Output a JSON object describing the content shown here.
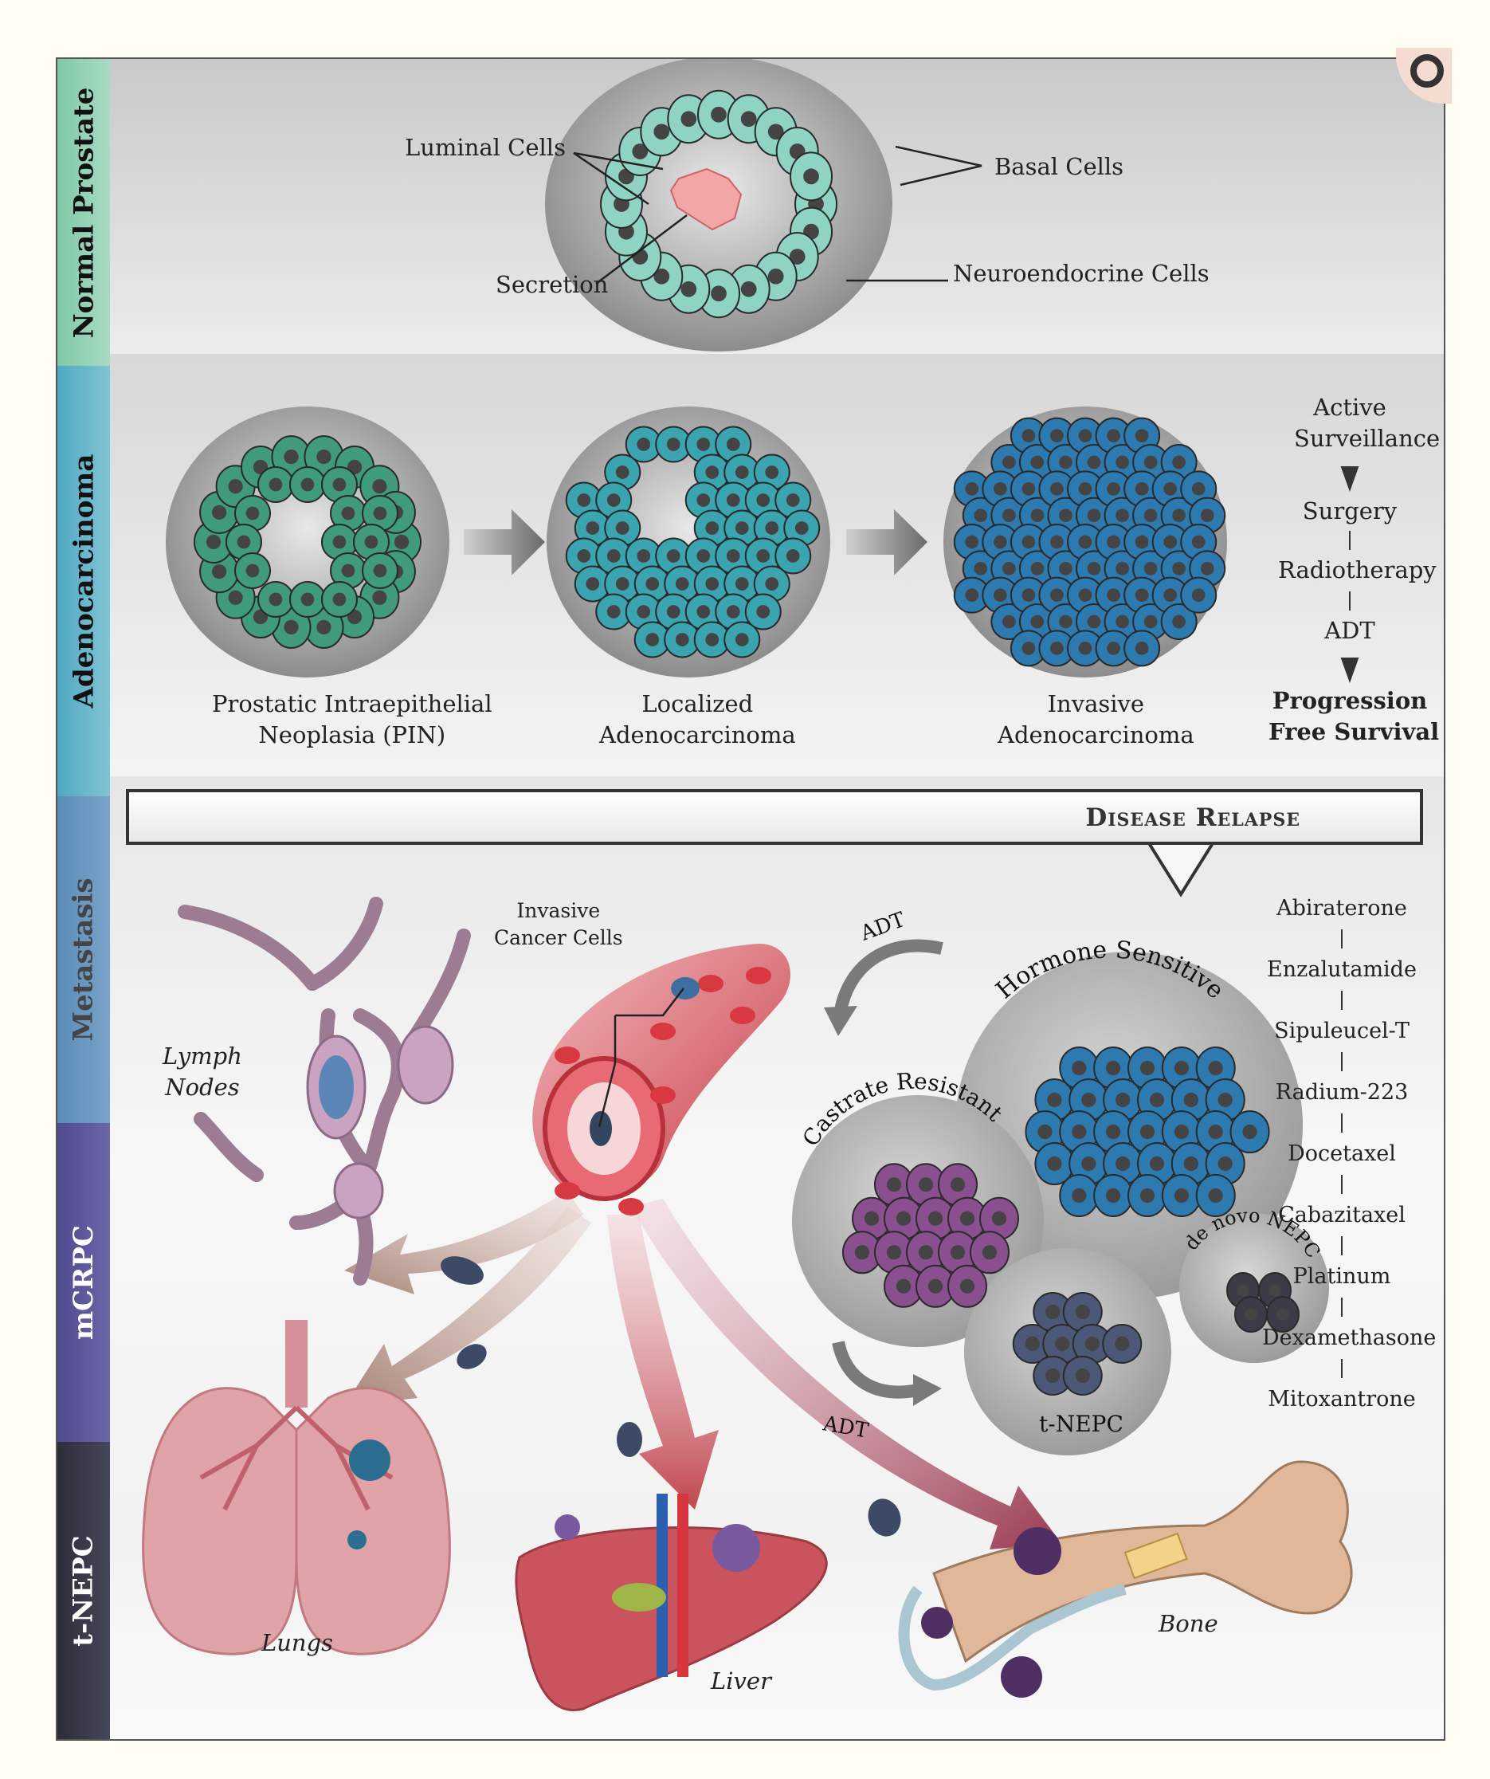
{
  "sidebar": {
    "normal": "Normal Prostate",
    "adeno": "Adenocarcinoma",
    "metastasis": "Metastasis",
    "mcrpc": "mCRPC",
    "tnepc": "t-NEPC"
  },
  "normal": {
    "luminal": "Luminal Cells",
    "basal": "Basal Cells",
    "secretion": "Secretion",
    "neuro": "Neuroendocrine Cells"
  },
  "adeno": {
    "pin_line1": "Prostatic Intraepithelial",
    "pin_line2": "Neoplasia  (PIN)",
    "local_line1": "Localized",
    "local_line2": "Adenocarcinoma",
    "invasive_line1": "Invasive",
    "invasive_line2": "Adenocarcinoma"
  },
  "treatment": {
    "active1": "Active",
    "active2": "Surveillance",
    "surgery": "Surgery",
    "radio": "Radiotherapy",
    "adt": "ADT",
    "pfs1": "Progression",
    "pfs2": "Free Survival"
  },
  "relapse": "Disease Relapse",
  "metastasis": {
    "invasive1": "Invasive",
    "invasive2": "Cancer Cells",
    "lymph1": "Lymph",
    "lymph2": "Nodes",
    "lungs": "Lungs",
    "liver": "Liver",
    "bone": "Bone"
  },
  "spheres": {
    "hormone": "Hormone Sensitive",
    "castrate": "Castrate Resistant",
    "denovo": "de novo NEPC",
    "tnepc": "t-NEPC",
    "adt_top": "ADT",
    "adt_bottom": "ADT"
  },
  "therapies": [
    "Abiraterone",
    "Enzalutamide",
    "Sipuleucel-T",
    "Radium-223",
    "Docetaxel",
    "Cabazitaxel",
    "Platinum",
    "Dexamethasone",
    "Mitoxantrone"
  ],
  "colors": {
    "luminal_cell": "#8fd3c4",
    "tumor_green": "#3f9b7a",
    "tumor_teal": "#3aa5b0",
    "tumor_blue": "#2c7ab0",
    "castrate_purple": "#8a4f8e",
    "tnepc_slate": "#4c5878",
    "blood_red": "#d8383f"
  }
}
